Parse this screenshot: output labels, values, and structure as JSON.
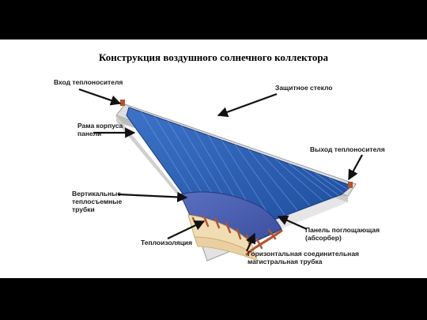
{
  "title": "Конструкция воздушного солнечного коллектора",
  "labels": {
    "inlet": "Вход теплоносителя",
    "glass": "Защитное стекло",
    "frame_line1": "Рама корпуса",
    "frame_line2": "панели",
    "outlet": "Выход теплоносителя",
    "tubes_line1": "Вертикальные",
    "tubes_line2": "теплосъемные",
    "tubes_line3": "трубки",
    "absorber_line1": "Панель поглощающая",
    "absorber_line2": "(абсорбер)",
    "insulation": "Теплоизоляция",
    "header_line1": "Горизонтальная соединительная",
    "header_line2": "магистральная трубка"
  },
  "colors": {
    "glass": "#2f63b7",
    "glass_dark": "#1d4594",
    "frame": "#c9c9c9",
    "insulation": "#f1ddb4",
    "tubes": "#b5522b",
    "arrow": "#111111"
  }
}
